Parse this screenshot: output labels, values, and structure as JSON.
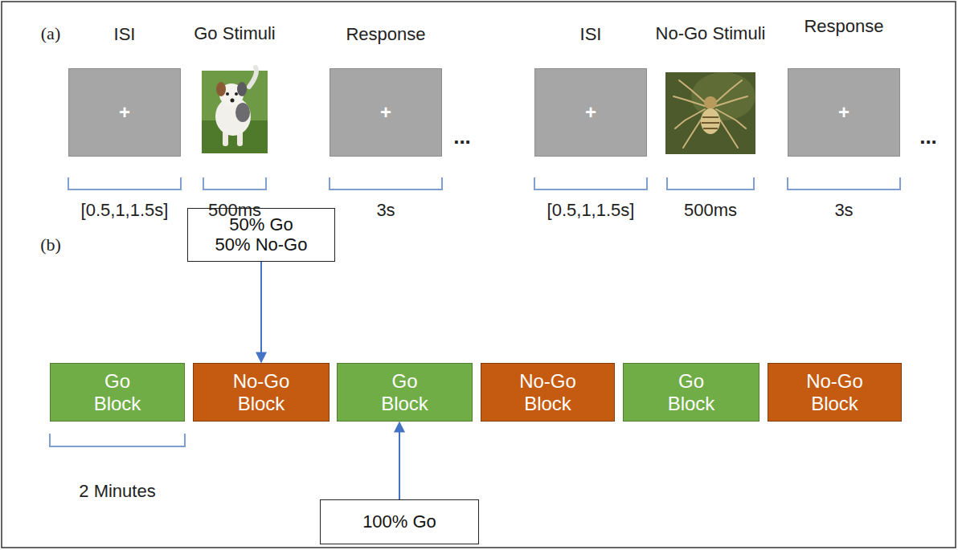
{
  "diagram": {
    "nodes": [
      {
        "text": [
          "ISI",
          "+"
        ]
      },
      {
        "text": [
          "Go Stimuli"
        ]
      },
      {
        "text": [
          "Response",
          "+"
        ]
      },
      {
        "text": [
          "ISI",
          "+"
        ]
      },
      {
        "text": [
          "No-Go Stimuli"
        ]
      },
      {
        "text": [
          "Response",
          "+"
        ]
      },
      {
        "text": [
          "50% Go 50% No-Go"
        ]
      },
      {
        "text": [
          "Go Block"
        ]
      },
      {
        "text": [
          "No-Go Block"
        ]
      },
      {
        "text": [
          "Go Block"
        ]
      },
      {
        "text": [
          "No-Go Block"
        ]
      },
      {
        "text": [
          "Go Block"
        ]
      },
      {
        "text": [
          "No-Go Block"
        ]
      },
      {
        "text": [
          "100% Go"
        ]
      }
    ],
    "edges": [
      {
        "from": 6,
        "to": 8,
        "arrow": "to"
      },
      {
        "from": 13,
        "to": 9,
        "arrow": "to"
      }
    ],
    "labels": [
      "(a)",
      "...",
      "...",
      "[0.5,1,1.5s]",
      "500ms",
      "3s",
      "[0.5,1,1.5s]",
      "500ms",
      "3s",
      "(b)",
      "2 Minutes"
    ]
  }
}
